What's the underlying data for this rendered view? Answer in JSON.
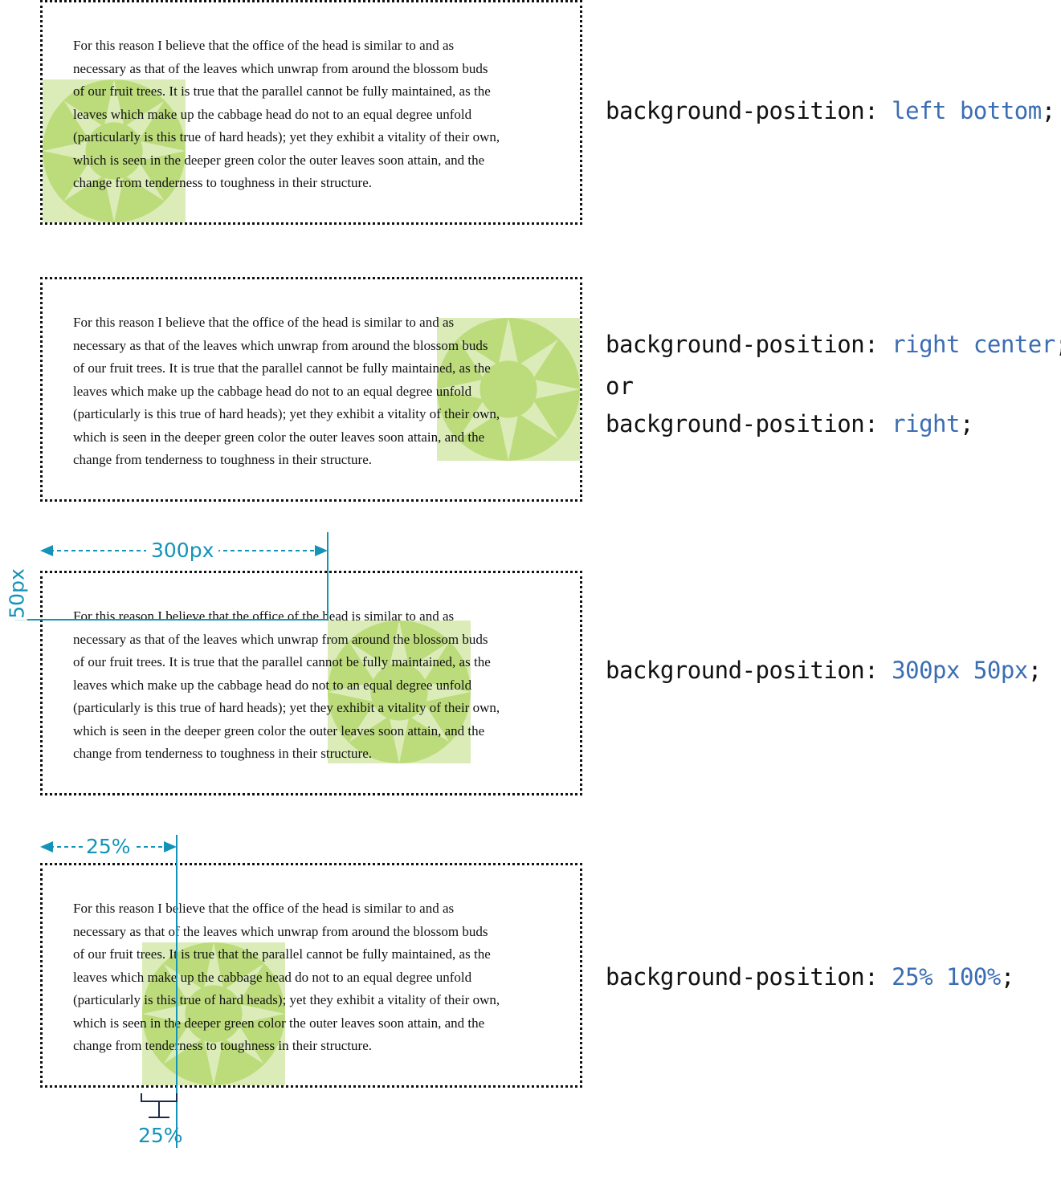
{
  "paragraph_lines": [
    "For this reason I believe that the office of the head is similar to and as",
    "necessary as that of the leaves which unwrap from around the blossom buds",
    "of our fruit trees. It is true that the parallel cannot be fully maintained, as the",
    "leaves which make up the cabbage head do not to an equal degree unfold",
    "(particularly is this true of hard heads); yet they exhibit a vitality of their own,",
    "which is seen in the deeper green color the outer leaves soon attain, and the",
    "change from tenderness to toughness in their structure."
  ],
  "examples": [
    {
      "code_lines": [
        {
          "property": "background-position: ",
          "value": "left bottom",
          "suffix": ";"
        }
      ]
    },
    {
      "code_lines": [
        {
          "property": "background-position: ",
          "value": "right center",
          "suffix": ";"
        },
        {
          "property": "background-position: ",
          "value": "right",
          "suffix": ";"
        }
      ],
      "connector": "or"
    },
    {
      "code_lines": [
        {
          "property": "background-position: ",
          "value": "300px 50px",
          "suffix": ";"
        }
      ],
      "annotations": {
        "horizontal": "300px",
        "vertical": "50px"
      }
    },
    {
      "code_lines": [
        {
          "property": "background-position: ",
          "value": "25% 100%",
          "suffix": ";"
        }
      ],
      "annotations": {
        "box_offset": "25%",
        "image_offset": "25%"
      }
    }
  ],
  "colors": {
    "image_bg": "#dbecb9",
    "image_circle": "#bcdc7c",
    "annotation": "#1493b9",
    "code_value": "#3b6db3"
  }
}
